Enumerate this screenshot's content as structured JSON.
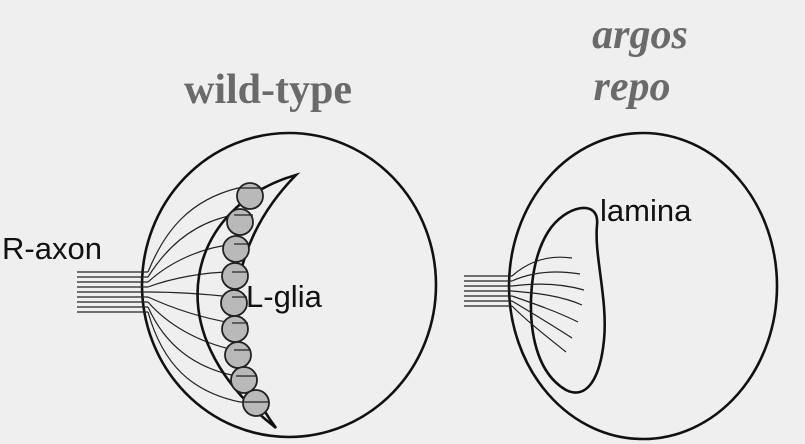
{
  "titles": {
    "wild_type": "wild-type",
    "mutant_line1": "argos",
    "mutant_line2": "repo"
  },
  "labels": {
    "r_axon": "R-axon",
    "l_glia": "L-glia",
    "lamina": "lamina"
  },
  "colors": {
    "background": "#efefef",
    "title_gray": "#6a6a6a",
    "glia_fill": "#b9b9b9",
    "stroke": "#111111"
  }
}
